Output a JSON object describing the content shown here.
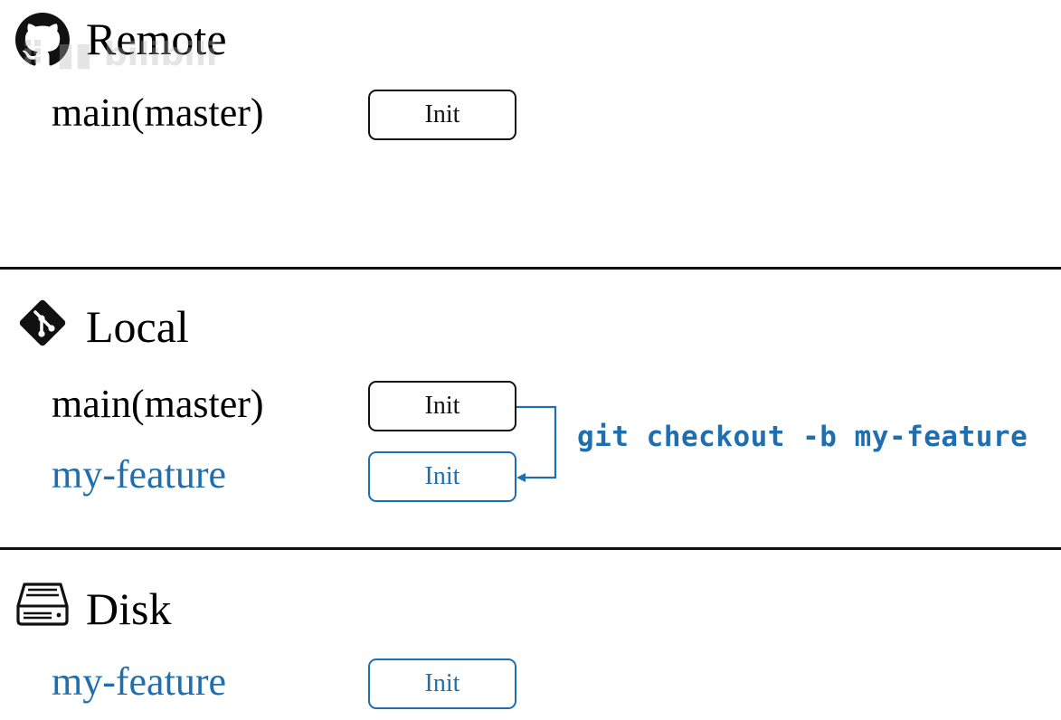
{
  "colors": {
    "accent": "#1f6fb0",
    "ink": "#111111"
  },
  "remote": {
    "title": "Remote",
    "icon": "github-icon",
    "branches": [
      {
        "label": "main(master)",
        "commit": "Init"
      }
    ]
  },
  "local": {
    "title": "Local",
    "icon": "git-icon",
    "branches": [
      {
        "label": "main(master)",
        "commit": "Init"
      },
      {
        "label": "my-feature",
        "commit": "Init"
      }
    ],
    "command": "git checkout -b my-feature"
  },
  "disk": {
    "title": "Disk",
    "icon": "hard-drive-icon",
    "branches": [
      {
        "label": "my-feature",
        "commit": "Init"
      }
    ]
  }
}
